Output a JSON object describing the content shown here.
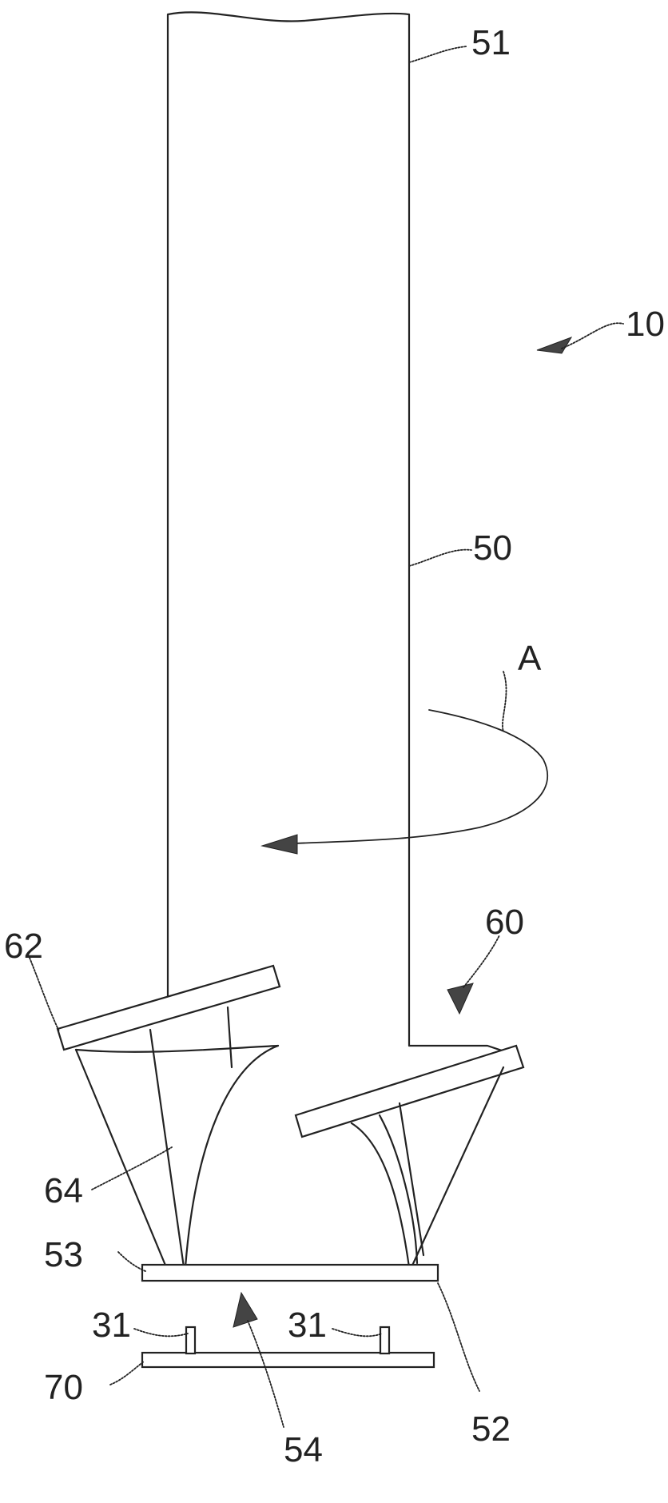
{
  "labels": {
    "assembly": "10",
    "blade": "50",
    "blade_tip": "51",
    "platform_right": "52",
    "platform_left": "53",
    "gap": "54",
    "root_assembly": "60",
    "root_plate": "62",
    "root_body": "64",
    "base": "70",
    "pin_left": "31",
    "pin_right": "31",
    "rotation": "A"
  }
}
